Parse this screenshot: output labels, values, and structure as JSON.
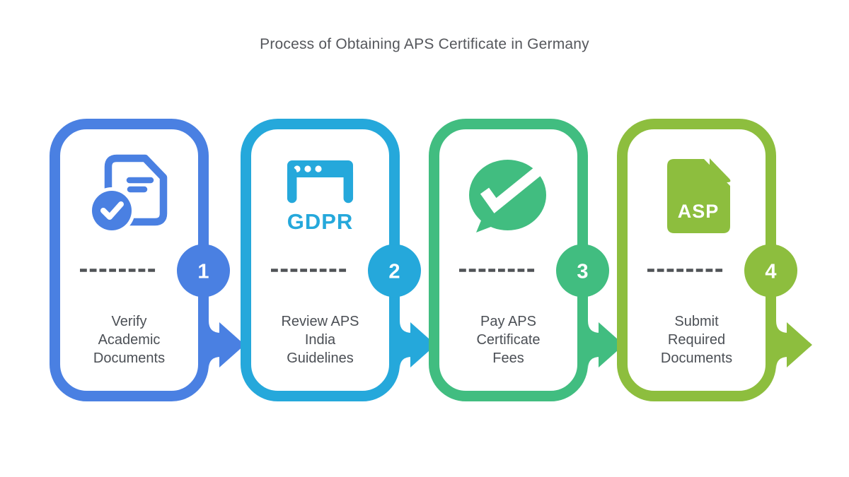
{
  "title": "Process of Obtaining APS Certificate in Germany",
  "background": "#FFFFFF",
  "text_color": "#4B4F55",
  "dash_color": "#505357",
  "steps": [
    {
      "number": "1",
      "color": "#4A80E2",
      "icon": "document-check-icon",
      "label": "Verify\nAcademic\nDocuments"
    },
    {
      "number": "2",
      "color": "#25A8DB",
      "icon": "gdpr-browser-icon",
      "icon_text": "GDPR",
      "label": "Review APS\nIndia\nGuidelines"
    },
    {
      "number": "3",
      "color": "#41BD80",
      "icon": "chat-checkmark-icon",
      "label": "Pay APS\nCertificate\nFees"
    },
    {
      "number": "4",
      "color": "#8DBE3E",
      "icon": "asp-file-icon",
      "icon_text": "ASP",
      "label": "Submit\nRequired\nDocuments"
    }
  ]
}
